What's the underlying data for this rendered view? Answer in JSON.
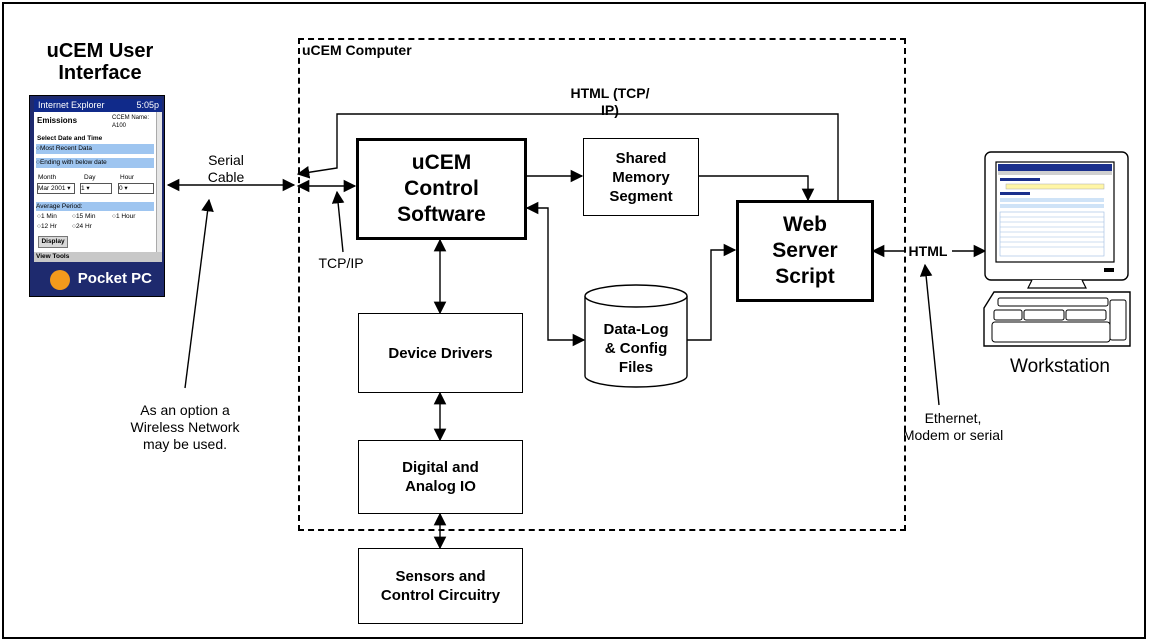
{
  "ui_title": "uCEM User\nInterface",
  "computer_label": "uCEM Computer",
  "nodes": {
    "control_software": "uCEM\nControl\nSoftware",
    "shared_memory": "Shared\nMemory\nSegment",
    "web_server": "Web\nServer\nScript",
    "data_log": "Data-Log\n& Config\nFiles",
    "device_drivers": "Device Drivers",
    "digital_analog": "Digital and\nAnalog IO",
    "sensors": "Sensors and\nControl Circuitry"
  },
  "labels": {
    "html_tcp": "HTML (TCP/\nIP)",
    "serial_cable": "Serial\nCable",
    "tcp_ip": "TCP/IP",
    "html": "HTML",
    "workstation": "Workstation",
    "wireless_note": "As an option a\nWireless Network\nmay be used.",
    "ethernet_note": "Ethernet,\nModem or serial"
  },
  "pocket_pc": {
    "app_name": "Internet Explorer",
    "time": "5:05p",
    "heading": "Emissions",
    "ceem_name": "CCEM Name:\nA100",
    "select_label": "Select Date and Time",
    "radio1": "Most Recent Data",
    "radio2": "Ending with below date",
    "month_label": "Month",
    "day_label": "Day",
    "hour_label": "Hour",
    "month_val": "Mar 2001",
    "day_val": "1",
    "hour_val": "0",
    "avg_label": "Average Period:",
    "opt1": "1 Min",
    "opt2": "15 Min",
    "opt3": "1 Hour",
    "opt4": "12 Hr",
    "opt5": "24 Hr",
    "display_button": "Display",
    "toolbar": "View Tools",
    "brand": "Pocket PC"
  },
  "colors": {
    "line": "#000000",
    "ppc_blue": "#1e2a6e",
    "ppc_highlight": "#9ec5f0"
  }
}
